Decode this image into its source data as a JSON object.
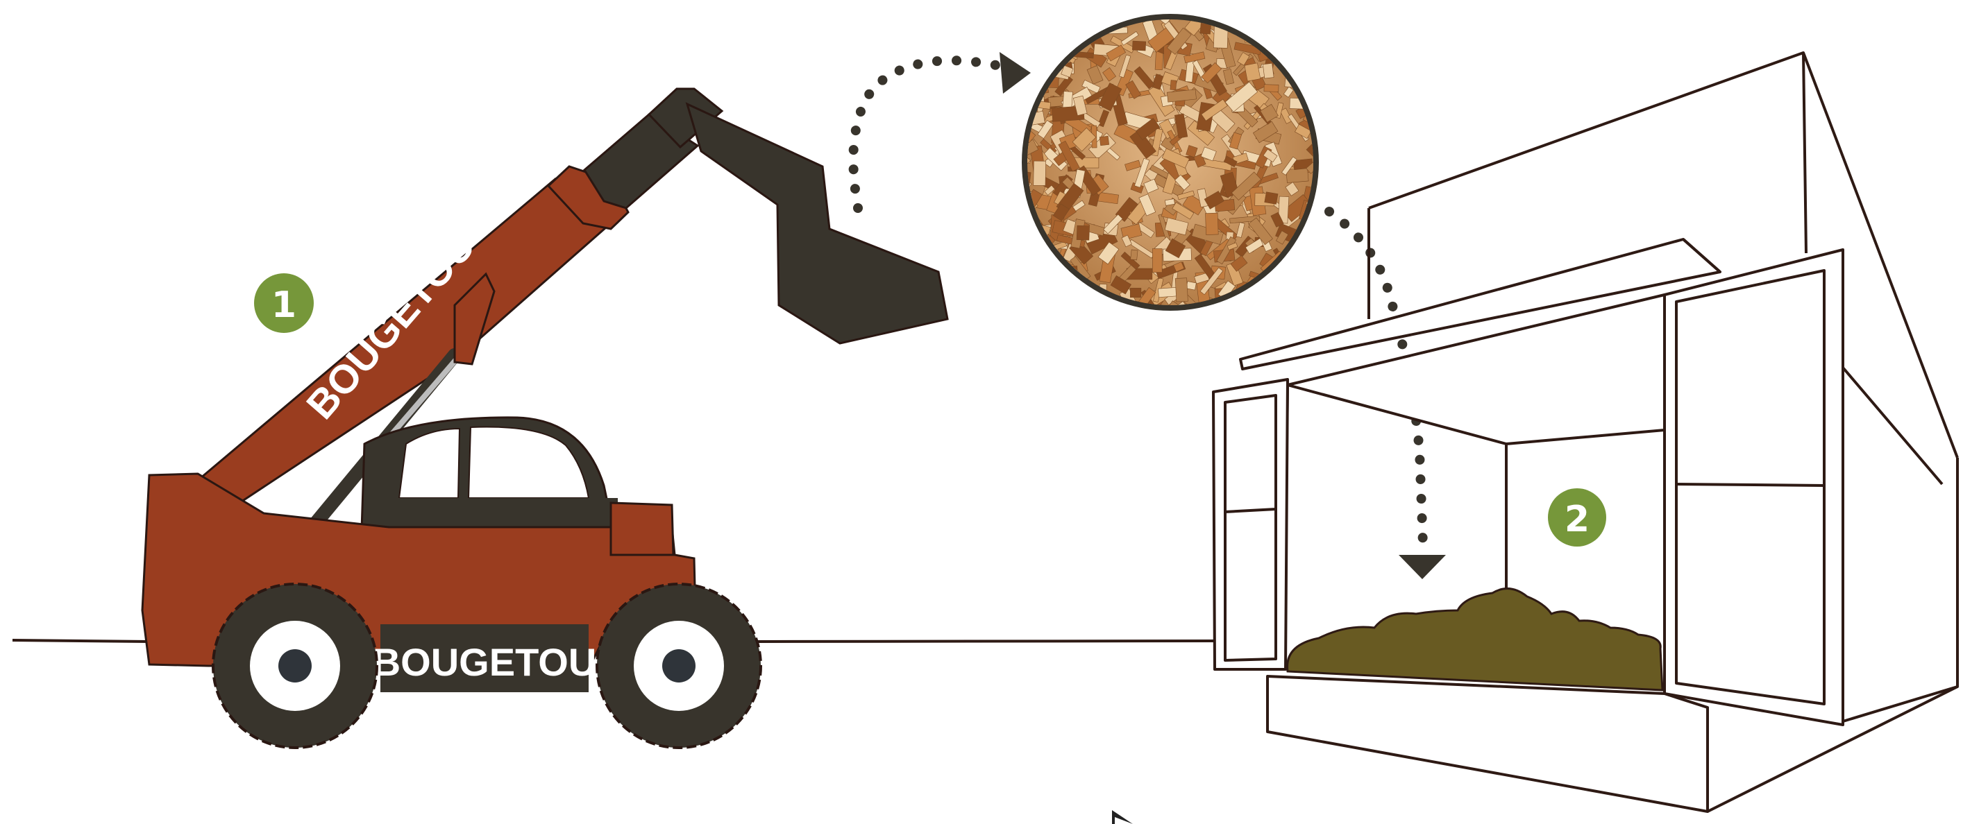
{
  "colors": {
    "machine_body": "#9a3d1f",
    "machine_dark": "#38342c",
    "outline": "#2a1712",
    "step_badge": "#76973a",
    "wood_chips": "#c9925a",
    "pile": "#685a22",
    "line": "#2e1a14"
  },
  "loader": {
    "boom_brand": "BOUGETOU",
    "chassis_brand": "BOUGETOU"
  },
  "steps": [
    {
      "number": "1"
    },
    {
      "number": "2"
    }
  ],
  "icons": {
    "wood_chips": "wood-chips-icon",
    "arrow_up": "curved-arrow-icon",
    "arrow_down": "down-arrow-icon"
  }
}
